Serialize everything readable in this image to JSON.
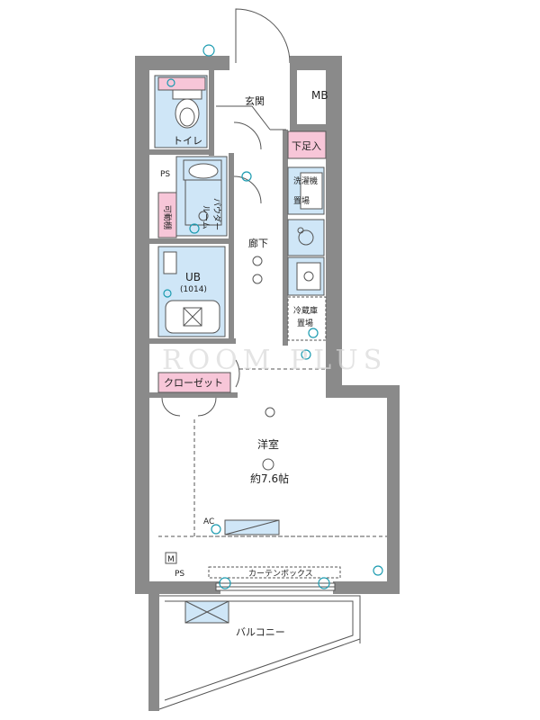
{
  "rooms": {
    "entrance": "玄関",
    "mb": "MB",
    "shoebox": "下足入",
    "toilet": "トイレ",
    "ps_upper": "PS",
    "washer_line1": "洗濯機",
    "washer_line2": "置場",
    "powder_line1": "パウダー",
    "powder_line2": "ルーム",
    "movable_shelf": "可動棚",
    "hallway": "廊下",
    "ub": "UB",
    "ub_size": "(1014)",
    "fridge_line1": "冷蔵庫",
    "fridge_line2": "置場",
    "closet": "クローゼット",
    "western_room": "洋室",
    "western_size": "約7.6帖",
    "ac_label": "AC",
    "curtain_box": "カーテンボックス",
    "ps_lower": "PS",
    "meter": "M",
    "balcony": "バルコニー",
    "watermark": "ROOM PLUS"
  },
  "colors": {
    "wall": "#8a8a8a",
    "wet_area": "#cfe6f7",
    "storage": "#f7c6d8",
    "electrical": "#1b9bb0"
  }
}
